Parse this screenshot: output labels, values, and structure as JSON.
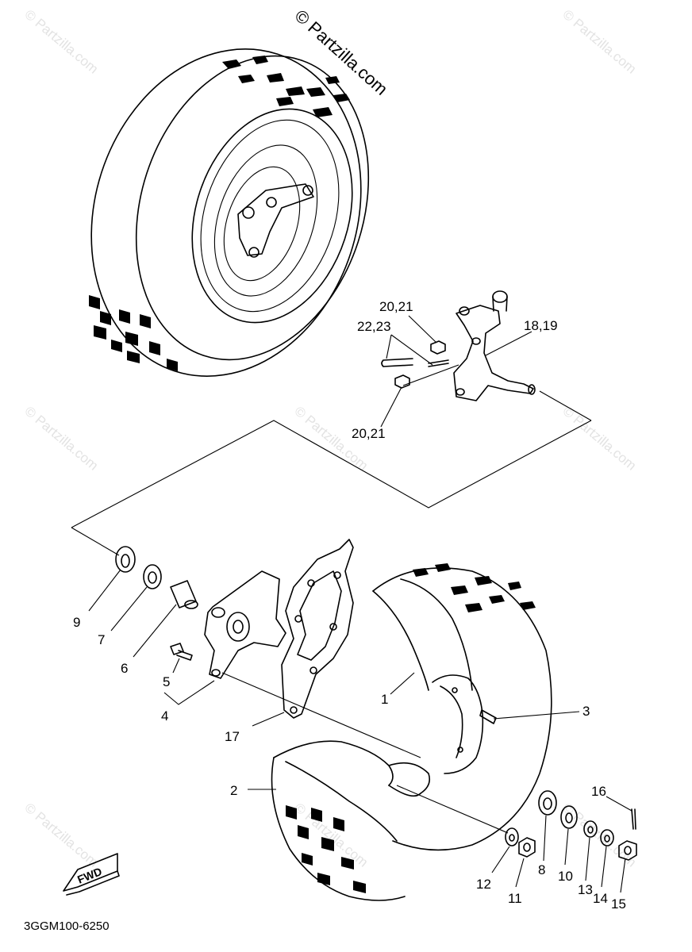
{
  "watermark": {
    "main": "© Partzilla.com",
    "repeat": "© Partzilla.com"
  },
  "labels": {
    "p1": "1",
    "p2": "2",
    "p3": "3",
    "p4": "4",
    "p5": "5",
    "p6": "6",
    "p7": "7",
    "p8": "8",
    "p9": "9",
    "p10": "10",
    "p11": "11",
    "p12": "12",
    "p13": "13",
    "p14": "14",
    "p15": "15",
    "p16": "16",
    "p17": "17",
    "p18_19": "18,19",
    "p20_21_top": "20,21",
    "p20_21_bottom": "20,21",
    "p22_23": "22,23"
  },
  "fwd_badge": "FWD",
  "diagram_code": "3GGM100-6250"
}
